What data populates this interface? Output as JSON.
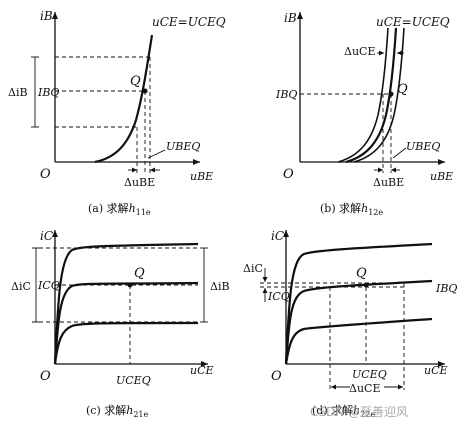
{
  "panel_a": {
    "y_axis": "iB",
    "x_axis": "uBE",
    "origin": "O",
    "curve_label": "uCE=UCEQ",
    "q_label": "Q",
    "delta_iB": "ΔiB",
    "IBQ": "IBQ",
    "UBEQ": "UBEQ",
    "delta_uBE": "ΔuBE",
    "caption_prefix": "(a) 求解",
    "caption_h": "h",
    "caption_sub": "11e"
  },
  "panel_b": {
    "y_axis": "iB",
    "x_axis": "uBE",
    "origin": "O",
    "curve_label": "uCE=UCEQ",
    "delta_uCE": "ΔuCE",
    "q_label": "Q",
    "IBQ": "IBQ",
    "UBEQ": "UBEQ",
    "delta_uBE": "ΔuBE",
    "caption_prefix": "(b) 求解",
    "caption_h": "h",
    "caption_sub": "12e"
  },
  "panel_c": {
    "y_axis": "iC",
    "x_axis": "uCE",
    "origin": "O",
    "delta_iC": "ΔiC",
    "ICQ": "ICQ",
    "q_label": "Q",
    "delta_iB": "ΔiB",
    "UCEQ": "UCEQ",
    "caption_prefix": "(c) 求解",
    "caption_h": "h",
    "caption_sub": "21e"
  },
  "panel_d": {
    "y_axis": "iC",
    "x_axis": "uCE",
    "origin": "O",
    "delta_iC": "ΔiC",
    "ICQ": "ICQ",
    "q_label": "Q",
    "IBQ": "IBQ",
    "UCEQ": "UCEQ",
    "delta_uCE": "ΔuCE",
    "caption_prefix": "(d) 求解",
    "caption_h": "h",
    "caption_sub": "22e"
  },
  "watermark": "CSDN @至善迎风"
}
